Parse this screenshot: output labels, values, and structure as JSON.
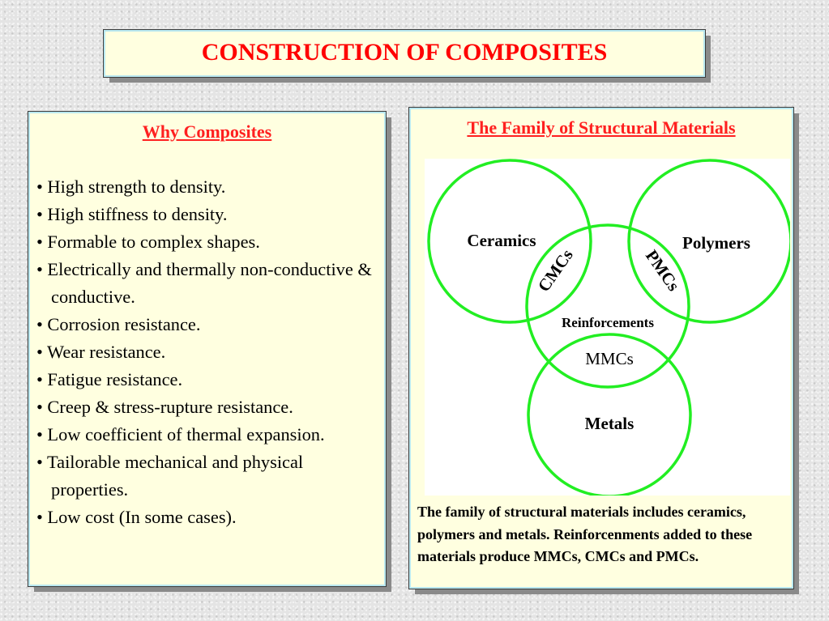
{
  "title": "CONSTRUCTION OF COMPOSITES",
  "left_panel": {
    "heading": "Why Composites",
    "bullets": [
      "• High strength to density.",
      "• High stiffness to density.",
      "• Formable to complex shapes.",
      "• Electrically and thermally non-conductive & conductive.",
      "• Corrosion resistance.",
      "• Wear resistance.",
      "• Fatigue resistance.",
      "• Creep & stress-rupture resistance.",
      "• Low coefficient of thermal expansion.",
      "• Tailorable mechanical and physical properties.",
      "• Low cost (In some cases)."
    ]
  },
  "right_panel": {
    "heading": "The Family of Structural Materials",
    "diagram": {
      "ceramics": "Ceramics",
      "polymers": "Polymers",
      "cmcs": "CMCs",
      "pmcs": "PMCs",
      "reinforcements": "Reinforcements",
      "mmcs": "MMCs",
      "metals": "Metals"
    },
    "caption": "The family of structural materials includes ceramics, polymers and metals. Reinforcenments added to these materials produce MMCs, CMCs and PMCs."
  },
  "colors": {
    "title_red": "#ff0000",
    "panel_fill": "#ffffe0",
    "circle_green": "#22ee22"
  }
}
